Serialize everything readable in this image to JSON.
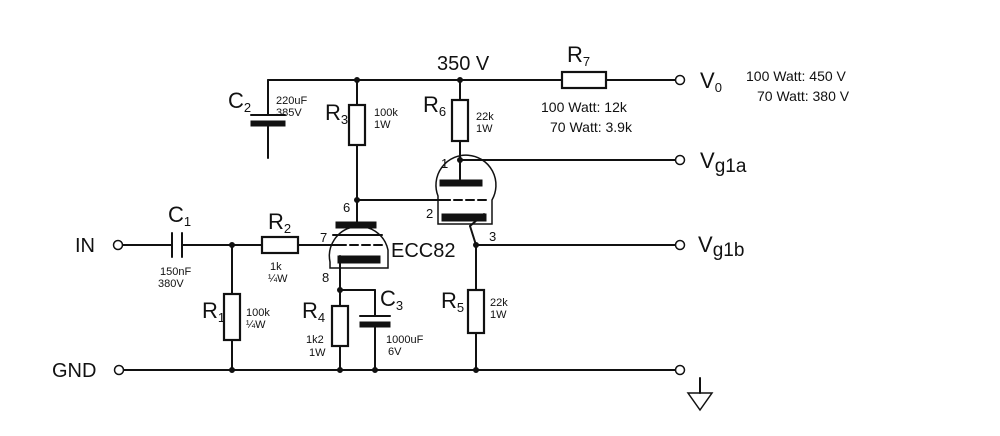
{
  "supply": {
    "voltage": "350 V"
  },
  "ports": {
    "in": "IN",
    "gnd": "GND",
    "v0_main": "V",
    "v0_sub": "0",
    "vg1a_main": "V",
    "vg1a_sub": "g1a",
    "vg1b_main": "V",
    "vg1b_sub": "g1b"
  },
  "output_voltage_notes": [
    "100 Watt: 450 V",
    "70 Watt: 380 V"
  ],
  "r7_notes": [
    "100 Watt: 12k",
    "70 Watt: 3.9k"
  ],
  "tube": {
    "name": "ECC82",
    "pins": [
      "1",
      "2",
      "3",
      "6",
      "7",
      "8"
    ]
  },
  "components": {
    "c1": {
      "letter": "C",
      "index": "1",
      "value": "150nF",
      "rating": "380V"
    },
    "c2": {
      "letter": "C",
      "index": "2",
      "value": "220uF",
      "rating": "385V"
    },
    "c3": {
      "letter": "C",
      "index": "3",
      "value": "1000uF",
      "rating": "6V"
    },
    "r1": {
      "letter": "R",
      "index": "1",
      "value": "100k",
      "rating": "¼W"
    },
    "r2": {
      "letter": "R",
      "index": "2",
      "value": "1k",
      "rating": "¼W"
    },
    "r3": {
      "letter": "R",
      "index": "3",
      "value": "100k",
      "rating": "1W"
    },
    "r4": {
      "letter": "R",
      "index": "4",
      "value": "1k2",
      "rating": "1W"
    },
    "r5": {
      "letter": "R",
      "index": "5",
      "value": "22k",
      "rating": "1W"
    },
    "r6": {
      "letter": "R",
      "index": "6",
      "value": "22k",
      "rating": "1W"
    },
    "r7": {
      "letter": "R",
      "index": "7"
    }
  }
}
